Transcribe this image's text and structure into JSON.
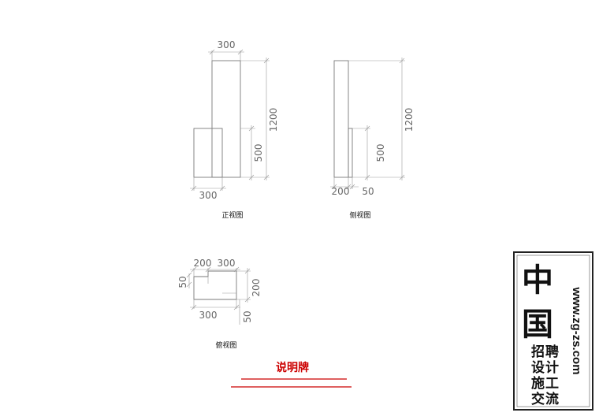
{
  "front_view": {
    "caption": "正视图",
    "dim_top_width": "300",
    "dim_height_total": "1200",
    "dim_height_lower": "500",
    "dim_bottom_width": "300"
  },
  "side_view": {
    "caption": "侧视图",
    "dim_height_total": "1200",
    "dim_height_lower": "500",
    "dim_bottom_left": "200",
    "dim_bottom_right": "50"
  },
  "top_view": {
    "caption": "俯视图",
    "dim_top_left": "200",
    "dim_top_right": "300",
    "dim_left": "50",
    "dim_right": "200",
    "dim_bottom": "300",
    "dim_bottom_right": "50"
  },
  "title": {
    "text": "说明牌",
    "color": "#cc0000"
  },
  "watermark": {
    "big_chars": [
      "中",
      "国"
    ],
    "small_chars": [
      "招",
      "聘",
      "设",
      "计",
      "施",
      "工",
      "交",
      "流"
    ],
    "url": "www.zg-zs.com"
  }
}
